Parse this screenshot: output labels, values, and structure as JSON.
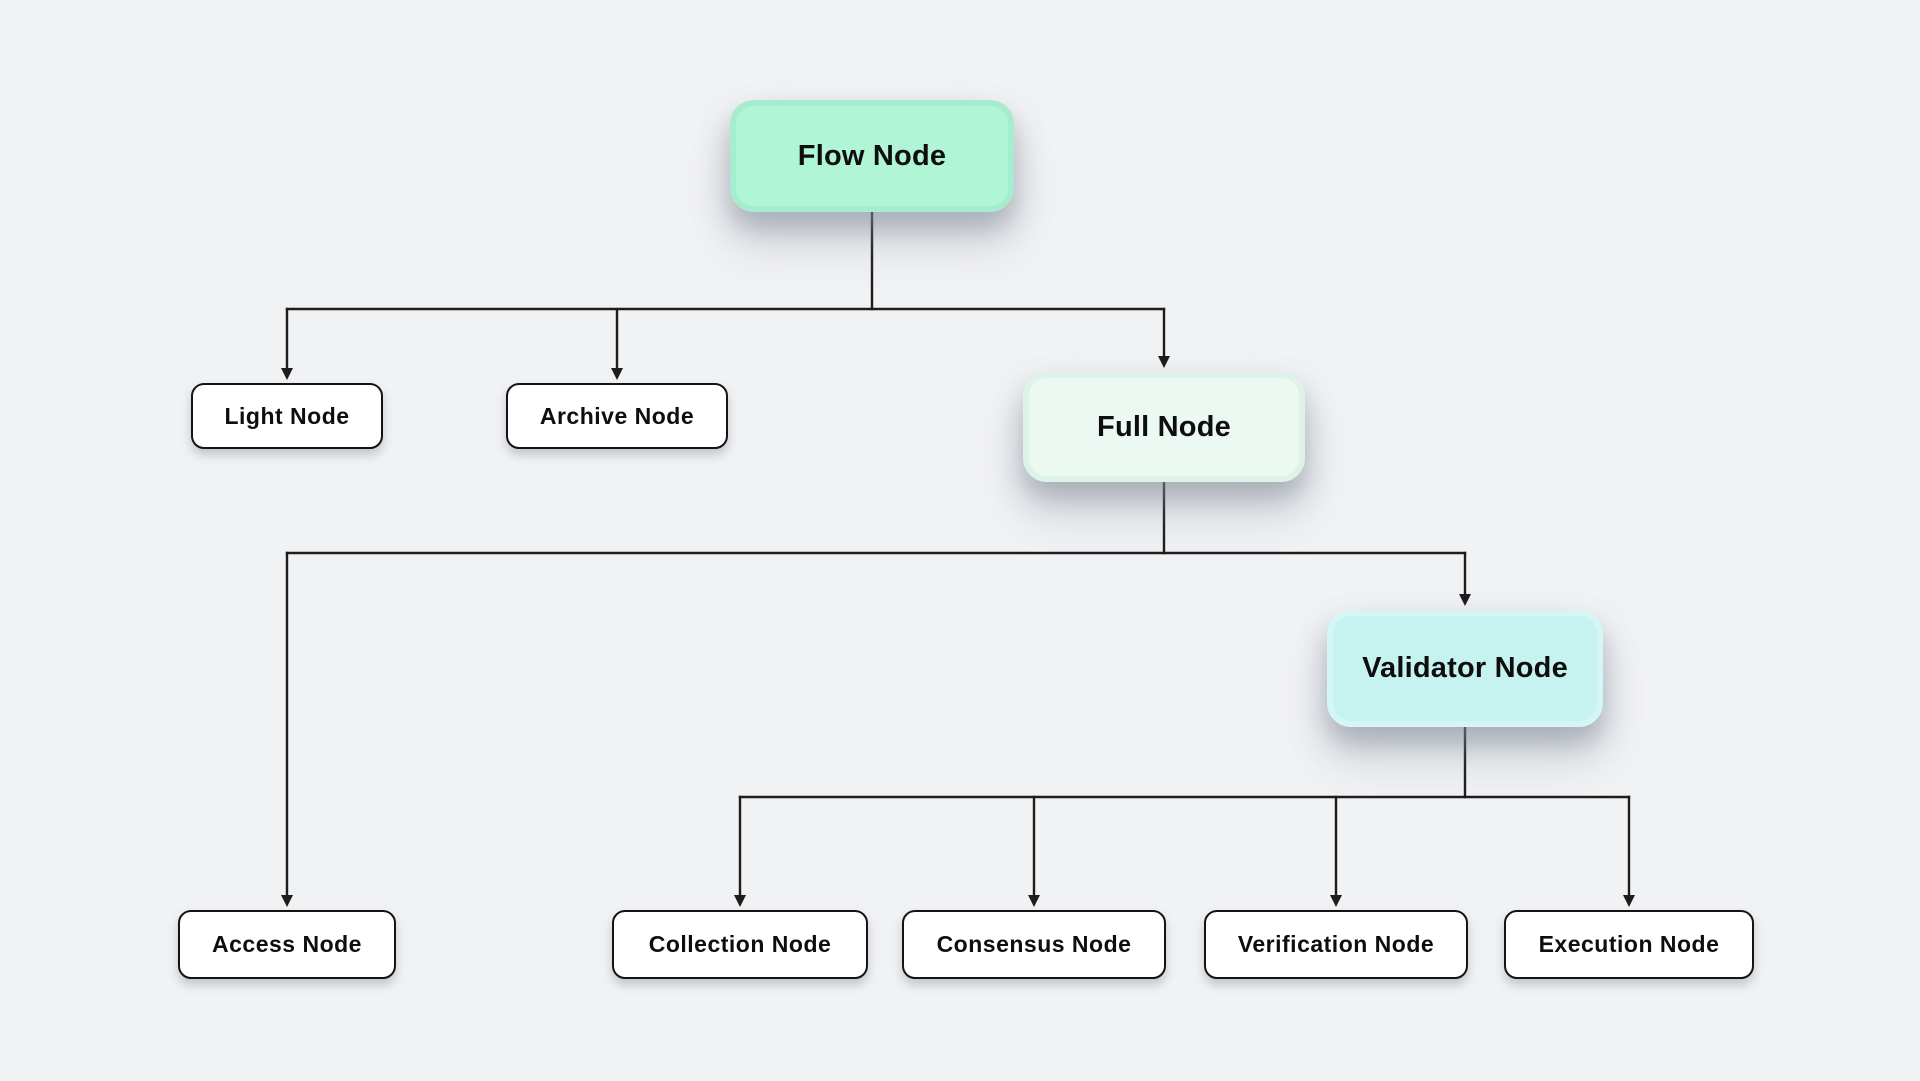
{
  "diagram_type": "hierarchy-tree",
  "nodes": {
    "flow": {
      "label": "Flow Node",
      "style": "primary-mint"
    },
    "light": {
      "label": "Light Node",
      "style": "leaf-white"
    },
    "archive": {
      "label": "Archive Node",
      "style": "leaf-white"
    },
    "full": {
      "label": "Full Node",
      "style": "primary-pale-green"
    },
    "access": {
      "label": "Access Node",
      "style": "leaf-white"
    },
    "validator": {
      "label": "Validator Node",
      "style": "primary-cyan"
    },
    "collection": {
      "label": "Collection Node",
      "style": "leaf-white"
    },
    "consensus": {
      "label": "Consensus Node",
      "style": "leaf-white"
    },
    "verification": {
      "label": "Verification Node",
      "style": "leaf-white"
    },
    "execution": {
      "label": "Execution Node",
      "style": "leaf-white"
    }
  },
  "edges": [
    {
      "from": "Flow Node",
      "to": "Light Node"
    },
    {
      "from": "Flow Node",
      "to": "Archive Node"
    },
    {
      "from": "Flow Node",
      "to": "Full Node"
    },
    {
      "from": "Full Node",
      "to": "Access Node"
    },
    {
      "from": "Full Node",
      "to": "Validator Node"
    },
    {
      "from": "Validator Node",
      "to": "Collection Node"
    },
    {
      "from": "Validator Node",
      "to": "Consensus Node"
    },
    {
      "from": "Validator Node",
      "to": "Verification Node"
    },
    {
      "from": "Validator Node",
      "to": "Execution Node"
    }
  ],
  "colors": {
    "background": "#f1f2f4",
    "line_color": "#1d1d1d",
    "text_color": "#0e0e0e",
    "flow_fill": "#b0f5d6",
    "flow_edge": "#a6edcf",
    "full_fill": "#ecf9f2",
    "full_edge": "#def2e7",
    "validator_fill": "#c6f2f0",
    "validator_edge": "#d4f6f4",
    "leaf_fill": "#ffffff"
  }
}
